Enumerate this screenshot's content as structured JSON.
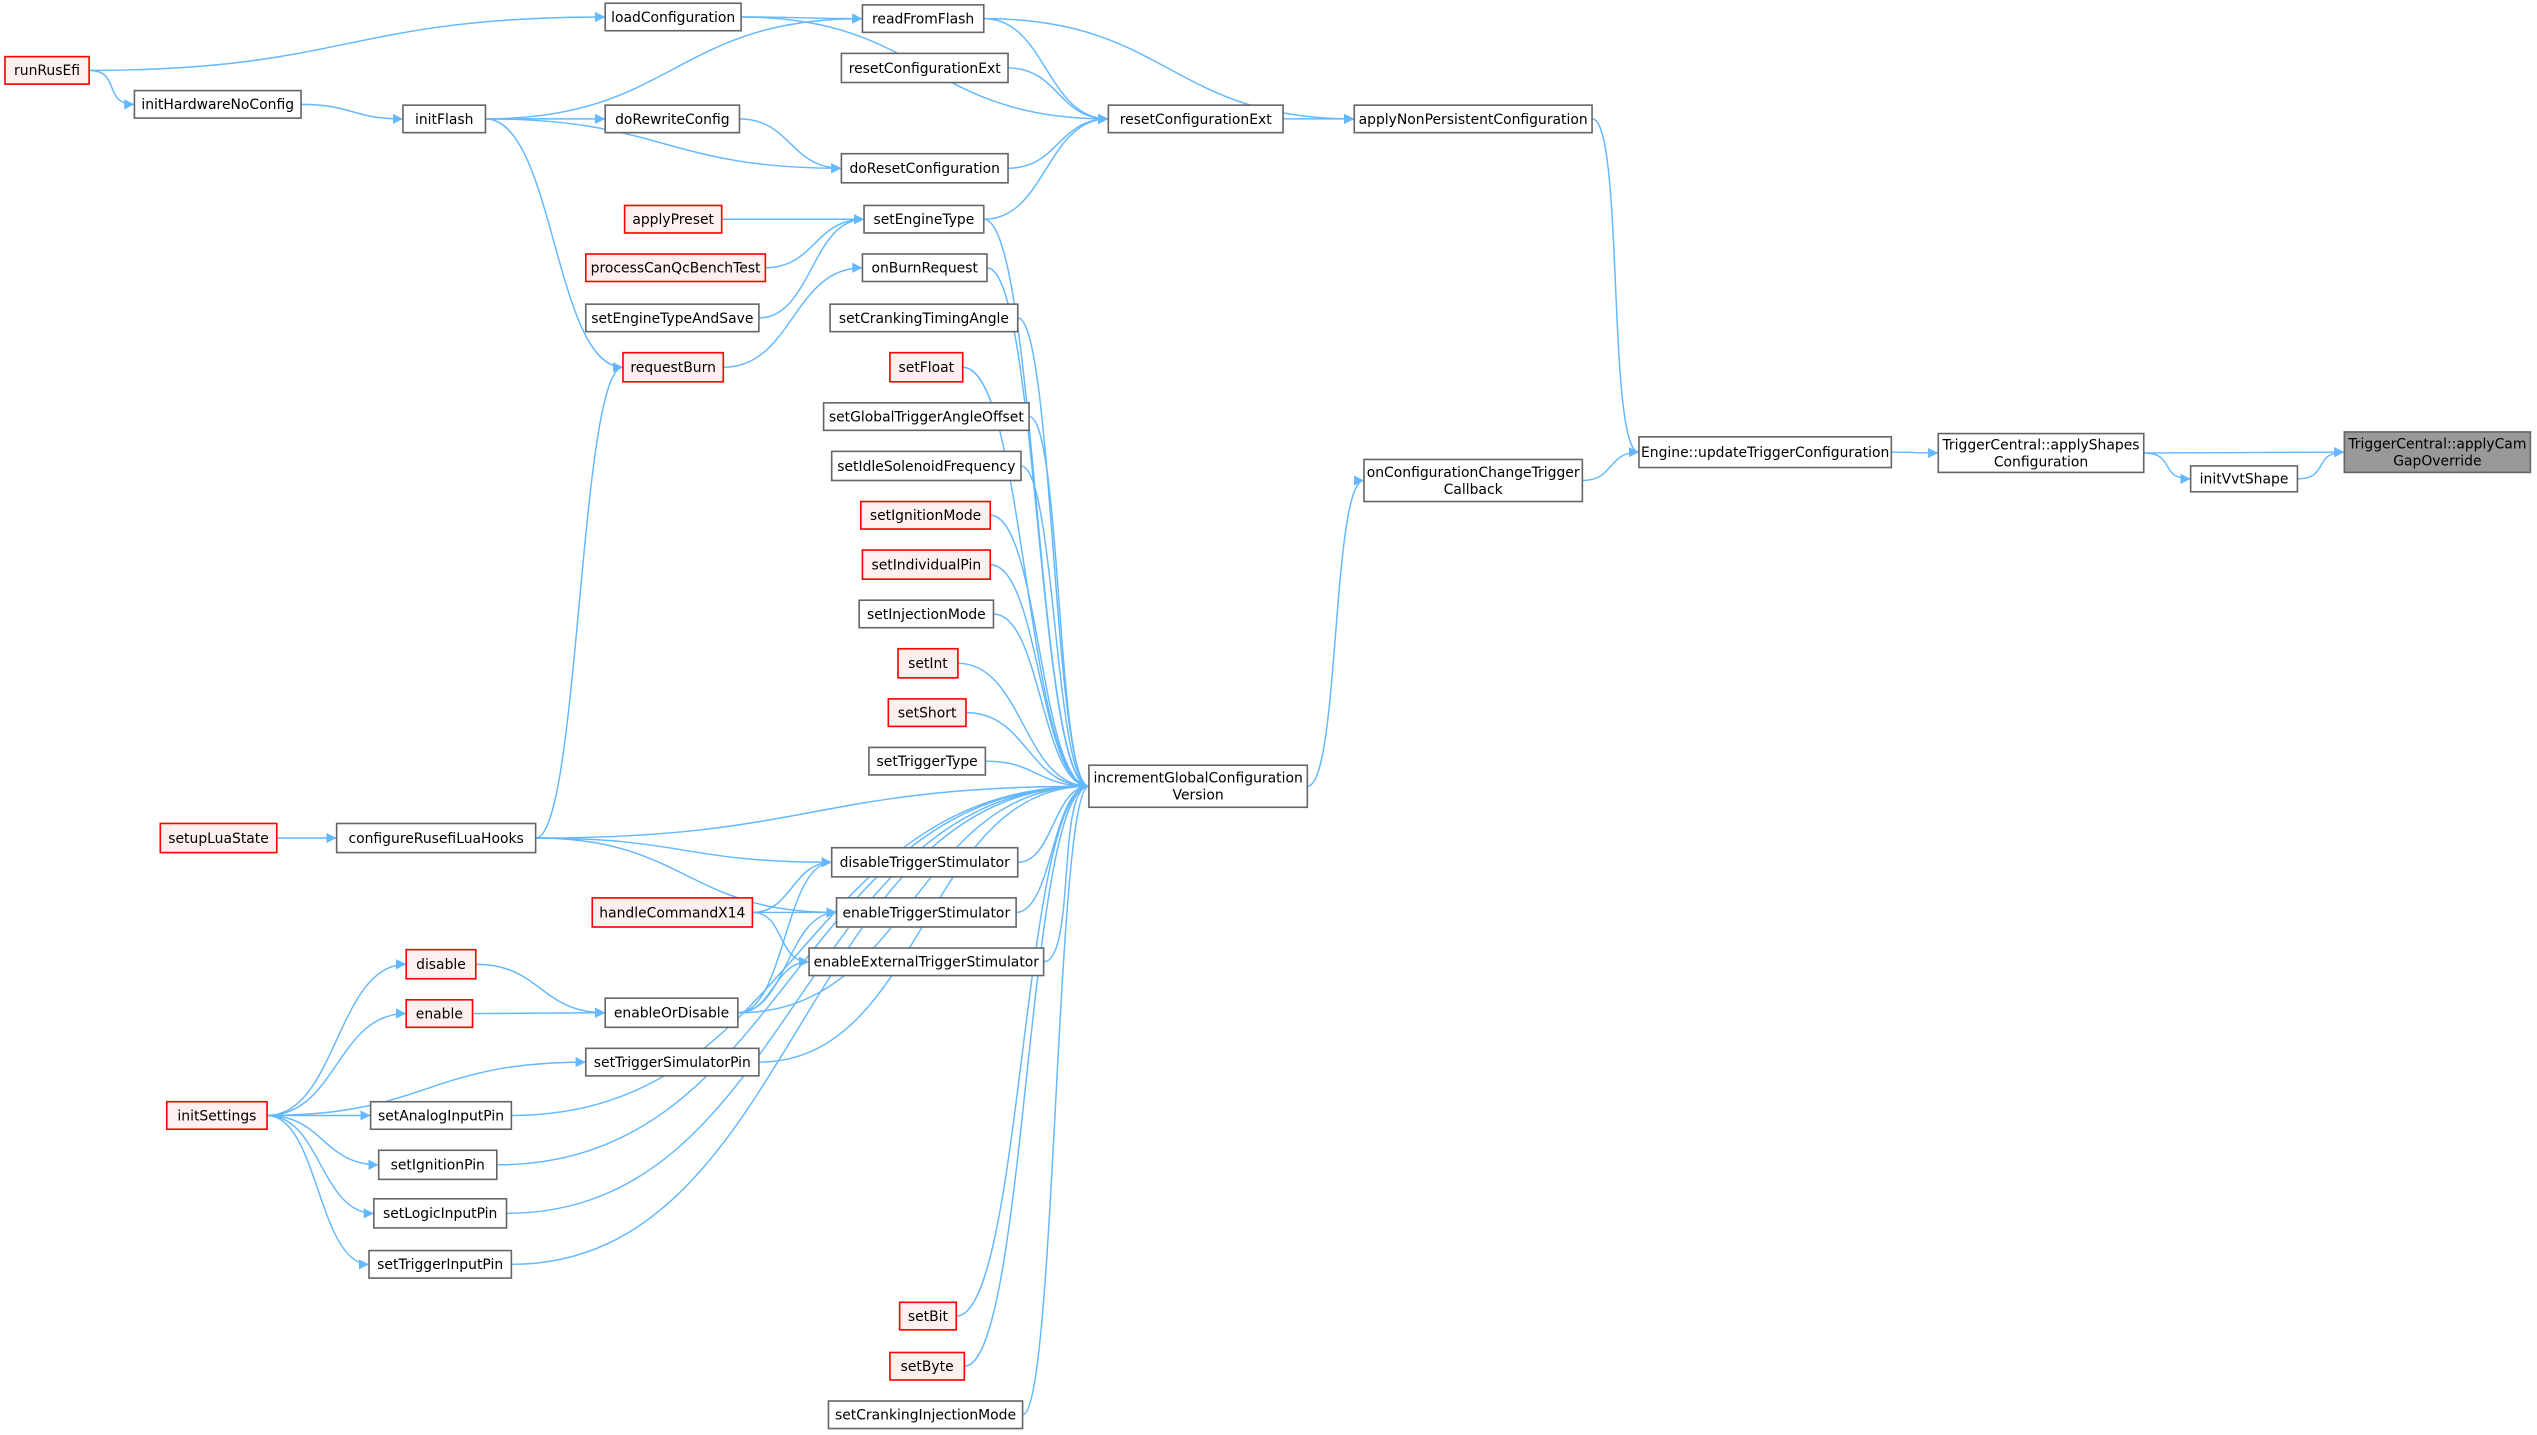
{
  "graph": {
    "type": "caller-graph",
    "focus": "TriggerCentral::applyCamGapOverride",
    "colors": {
      "edge": "#63b8ff",
      "node_border": "#666666",
      "external_border": "#ff0000",
      "external_fill": "#fff0f0",
      "focus_fill": "#999999"
    }
  },
  "nodes": [
    {
      "id": "runRusEfi",
      "lines": [
        "runRusEfi"
      ],
      "style": "red"
    },
    {
      "id": "initHardwareNoConfig",
      "lines": [
        "initHardwareNoConfig"
      ],
      "style": "normal"
    },
    {
      "id": "loadConfiguration",
      "lines": [
        "loadConfiguration"
      ],
      "style": "normal"
    },
    {
      "id": "readFromFlash",
      "lines": [
        "readFromFlash"
      ],
      "style": "normal"
    },
    {
      "id": "initFlash",
      "lines": [
        "initFlash"
      ],
      "style": "normal"
    },
    {
      "id": "resetConfigurationExt1",
      "lines": [
        "resetConfigurationExt"
      ],
      "style": "normal"
    },
    {
      "id": "resetConfigurationExt",
      "lines": [
        "resetConfigurationExt"
      ],
      "style": "normal"
    },
    {
      "id": "doRewriteConfig",
      "lines": [
        "doRewriteConfig"
      ],
      "style": "normal"
    },
    {
      "id": "doResetConfiguration",
      "lines": [
        "doResetConfiguration"
      ],
      "style": "normal"
    },
    {
      "id": "applyNonPersistentConfiguration",
      "lines": [
        "applyNonPersistentConfiguration"
      ],
      "style": "normal"
    },
    {
      "id": "applyPreset",
      "lines": [
        "applyPreset"
      ],
      "style": "red"
    },
    {
      "id": "setEngineType",
      "lines": [
        "setEngineType"
      ],
      "style": "normal"
    },
    {
      "id": "processCanQcBenchTest",
      "lines": [
        "processCanQcBenchTest"
      ],
      "style": "red"
    },
    {
      "id": "onBurnRequest",
      "lines": [
        "onBurnRequest"
      ],
      "style": "normal"
    },
    {
      "id": "setEngineTypeAndSave",
      "lines": [
        "setEngineTypeAndSave"
      ],
      "style": "normal"
    },
    {
      "id": "setCrankingTimingAngle",
      "lines": [
        "setCrankingTimingAngle"
      ],
      "style": "normal"
    },
    {
      "id": "requestBurn",
      "lines": [
        "requestBurn"
      ],
      "style": "red"
    },
    {
      "id": "setFloat",
      "lines": [
        "setFloat"
      ],
      "style": "red"
    },
    {
      "id": "setGlobalTriggerAngleOffset",
      "lines": [
        "setGlobalTriggerAngleOffset"
      ],
      "style": "normal"
    },
    {
      "id": "setIdleSolenoidFrequency",
      "lines": [
        "setIdleSolenoidFrequency"
      ],
      "style": "normal"
    },
    {
      "id": "setIgnitionMode",
      "lines": [
        "setIgnitionMode"
      ],
      "style": "red"
    },
    {
      "id": "setIndividualPin",
      "lines": [
        "setIndividualPin"
      ],
      "style": "red"
    },
    {
      "id": "setInjectionMode",
      "lines": [
        "setInjectionMode"
      ],
      "style": "normal"
    },
    {
      "id": "setInt",
      "lines": [
        "setInt"
      ],
      "style": "red"
    },
    {
      "id": "setShort",
      "lines": [
        "setShort"
      ],
      "style": "red"
    },
    {
      "id": "setTriggerType",
      "lines": [
        "setTriggerType"
      ],
      "style": "normal"
    },
    {
      "id": "incrementGlobalConfigurationVersion",
      "lines": [
        "incrementGlobalConfiguration",
        "Version"
      ],
      "style": "normal"
    },
    {
      "id": "onConfigurationChangeTriggerCallback",
      "lines": [
        "onConfigurationChangeTrigger",
        "Callback"
      ],
      "style": "normal"
    },
    {
      "id": "Engine::updateTriggerConfiguration",
      "lines": [
        "Engine::updateTriggerConfiguration"
      ],
      "style": "normal"
    },
    {
      "id": "TriggerCentral::applyShapesConfiguration",
      "lines": [
        "TriggerCentral::applyShapes",
        "Configuration"
      ],
      "style": "normal"
    },
    {
      "id": "initVvtShape",
      "lines": [
        "initVvtShape"
      ],
      "style": "normal"
    },
    {
      "id": "TriggerCentral::applyCamGapOverride",
      "lines": [
        "TriggerCentral::applyCam",
        "GapOverride"
      ],
      "style": "focus"
    },
    {
      "id": "setupLuaState",
      "lines": [
        "setupLuaState"
      ],
      "style": "red"
    },
    {
      "id": "configureRusefiLuaHooks",
      "lines": [
        "configureRusefiLuaHooks"
      ],
      "style": "normal"
    },
    {
      "id": "disableTriggerStimulator",
      "lines": [
        "disableTriggerStimulator"
      ],
      "style": "normal"
    },
    {
      "id": "handleCommandX14",
      "lines": [
        "handleCommandX14"
      ],
      "style": "red"
    },
    {
      "id": "enableTriggerStimulator",
      "lines": [
        "enableTriggerStimulator"
      ],
      "style": "normal"
    },
    {
      "id": "enableExternalTriggerStimulator",
      "lines": [
        "enableExternalTriggerStimulator"
      ],
      "style": "normal"
    },
    {
      "id": "disable",
      "lines": [
        "disable"
      ],
      "style": "red"
    },
    {
      "id": "enable",
      "lines": [
        "enable"
      ],
      "style": "red"
    },
    {
      "id": "enableOrDisable",
      "lines": [
        "enableOrDisable"
      ],
      "style": "normal"
    },
    {
      "id": "setTriggerSimulatorPin",
      "lines": [
        "setTriggerSimulatorPin"
      ],
      "style": "normal"
    },
    {
      "id": "initSettings",
      "lines": [
        "initSettings"
      ],
      "style": "red"
    },
    {
      "id": "setAnalogInputPin",
      "lines": [
        "setAnalogInputPin"
      ],
      "style": "normal"
    },
    {
      "id": "setIgnitionPin",
      "lines": [
        "setIgnitionPin"
      ],
      "style": "normal"
    },
    {
      "id": "setLogicInputPin",
      "lines": [
        "setLogicInputPin"
      ],
      "style": "normal"
    },
    {
      "id": "setTriggerInputPin",
      "lines": [
        "setTriggerInputPin"
      ],
      "style": "normal"
    },
    {
      "id": "setBit",
      "lines": [
        "setBit"
      ],
      "style": "red"
    },
    {
      "id": "setByte",
      "lines": [
        "setByte"
      ],
      "style": "red"
    },
    {
      "id": "setCrankingInjectionMode",
      "lines": [
        "setCrankingInjectionMode"
      ],
      "style": "normal"
    }
  ],
  "edges": [
    [
      "runRusEfi",
      "loadConfiguration"
    ],
    [
      "runRusEfi",
      "initHardwareNoConfig"
    ],
    [
      "initHardwareNoConfig",
      "initFlash"
    ],
    [
      "initFlash",
      "readFromFlash"
    ],
    [
      "initFlash",
      "doRewriteConfig"
    ],
    [
      "initFlash",
      "doResetConfiguration"
    ],
    [
      "initFlash",
      "requestBurn"
    ],
    [
      "loadConfiguration",
      "readFromFlash"
    ],
    [
      "loadConfiguration",
      "resetConfigurationExt"
    ],
    [
      "readFromFlash",
      "resetConfigurationExt"
    ],
    [
      "readFromFlash",
      "applyNonPersistentConfiguration"
    ],
    [
      "resetConfigurationExt1",
      "resetConfigurationExt"
    ],
    [
      "doRewriteConfig",
      "doResetConfiguration"
    ],
    [
      "doResetConfiguration",
      "resetConfigurationExt"
    ],
    [
      "setEngineType",
      "resetConfigurationExt"
    ],
    [
      "resetConfigurationExt",
      "applyNonPersistentConfiguration"
    ],
    [
      "applyNonPersistentConfiguration",
      "Engine::updateTriggerConfiguration"
    ],
    [
      "applyPreset",
      "setEngineType"
    ],
    [
      "processCanQcBenchTest",
      "setEngineType"
    ],
    [
      "setEngineTypeAndSave",
      "setEngineType"
    ],
    [
      "requestBurn",
      "onBurnRequest"
    ],
    [
      "configureRusefiLuaHooks",
      "requestBurn"
    ],
    [
      "setEngineType",
      "incrementGlobalConfigurationVersion"
    ],
    [
      "onBurnRequest",
      "incrementGlobalConfigurationVersion"
    ],
    [
      "setCrankingTimingAngle",
      "incrementGlobalConfigurationVersion"
    ],
    [
      "setFloat",
      "incrementGlobalConfigurationVersion"
    ],
    [
      "setGlobalTriggerAngleOffset",
      "incrementGlobalConfigurationVersion"
    ],
    [
      "setIdleSolenoidFrequency",
      "incrementGlobalConfigurationVersion"
    ],
    [
      "setIgnitionMode",
      "incrementGlobalConfigurationVersion"
    ],
    [
      "setIndividualPin",
      "incrementGlobalConfigurationVersion"
    ],
    [
      "setInjectionMode",
      "incrementGlobalConfigurationVersion"
    ],
    [
      "setInt",
      "incrementGlobalConfigurationVersion"
    ],
    [
      "setShort",
      "incrementGlobalConfigurationVersion"
    ],
    [
      "setTriggerType",
      "incrementGlobalConfigurationVersion"
    ],
    [
      "configureRusefiLuaHooks",
      "incrementGlobalConfigurationVersion"
    ],
    [
      "disableTriggerStimulator",
      "incrementGlobalConfigurationVersion"
    ],
    [
      "enableTriggerStimulator",
      "incrementGlobalConfigurationVersion"
    ],
    [
      "enableExternalTriggerStimulator",
      "incrementGlobalConfigurationVersion"
    ],
    [
      "enableOrDisable",
      "incrementGlobalConfigurationVersion"
    ],
    [
      "setTriggerSimulatorPin",
      "incrementGlobalConfigurationVersion"
    ],
    [
      "setAnalogInputPin",
      "incrementGlobalConfigurationVersion"
    ],
    [
      "setIgnitionPin",
      "incrementGlobalConfigurationVersion"
    ],
    [
      "setLogicInputPin",
      "incrementGlobalConfigurationVersion"
    ],
    [
      "setTriggerInputPin",
      "incrementGlobalConfigurationVersion"
    ],
    [
      "setBit",
      "incrementGlobalConfigurationVersion"
    ],
    [
      "setByte",
      "incrementGlobalConfigurationVersion"
    ],
    [
      "setCrankingInjectionMode",
      "incrementGlobalConfigurationVersion"
    ],
    [
      "incrementGlobalConfigurationVersion",
      "onConfigurationChangeTriggerCallback"
    ],
    [
      "onConfigurationChangeTriggerCallback",
      "Engine::updateTriggerConfiguration"
    ],
    [
      "Engine::updateTriggerConfiguration",
      "TriggerCentral::applyShapesConfiguration"
    ],
    [
      "TriggerCentral::applyShapesConfiguration",
      "TriggerCentral::applyCamGapOverride"
    ],
    [
      "TriggerCentral::applyShapesConfiguration",
      "initVvtShape"
    ],
    [
      "initVvtShape",
      "TriggerCentral::applyCamGapOverride"
    ],
    [
      "setupLuaState",
      "configureRusefiLuaHooks"
    ],
    [
      "configureRusefiLuaHooks",
      "disableTriggerStimulator"
    ],
    [
      "configureRusefiLuaHooks",
      "enableTriggerStimulator"
    ],
    [
      "handleCommandX14",
      "disableTriggerStimulator"
    ],
    [
      "handleCommandX14",
      "enableTriggerStimulator"
    ],
    [
      "handleCommandX14",
      "enableExternalTriggerStimulator"
    ],
    [
      "disable",
      "enableOrDisable"
    ],
    [
      "enable",
      "enableOrDisable"
    ],
    [
      "enableOrDisable",
      "disableTriggerStimulator"
    ],
    [
      "enableOrDisable",
      "enableTriggerStimulator"
    ],
    [
      "enableOrDisable",
      "enableExternalTriggerStimulator"
    ],
    [
      "initSettings",
      "disable"
    ],
    [
      "initSettings",
      "enable"
    ],
    [
      "initSettings",
      "setTriggerSimulatorPin"
    ],
    [
      "initSettings",
      "setAnalogInputPin"
    ],
    [
      "initSettings",
      "setIgnitionPin"
    ],
    [
      "initSettings",
      "setLogicInputPin"
    ],
    [
      "initSettings",
      "setTriggerInputPin"
    ]
  ]
}
